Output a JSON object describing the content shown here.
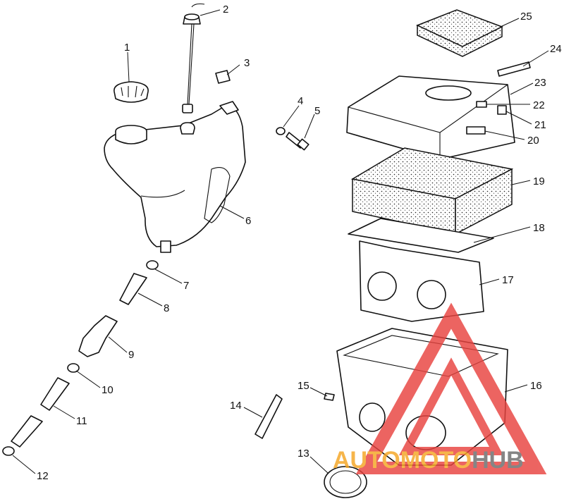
{
  "callouts": [
    "1",
    "2",
    "3",
    "4",
    "5",
    "6",
    "7",
    "8",
    "9",
    "10",
    "11",
    "12",
    "13",
    "14",
    "15",
    "16",
    "17",
    "18",
    "19",
    "20",
    "21",
    "22",
    "23",
    "24",
    "25"
  ],
  "watermark": {
    "part1": "AUTOMOTO",
    "part2": "HUB",
    "color_primary": "#e8433f",
    "color_secondary": "#f5a623",
    "color_tertiary": "#6b6b6b"
  }
}
